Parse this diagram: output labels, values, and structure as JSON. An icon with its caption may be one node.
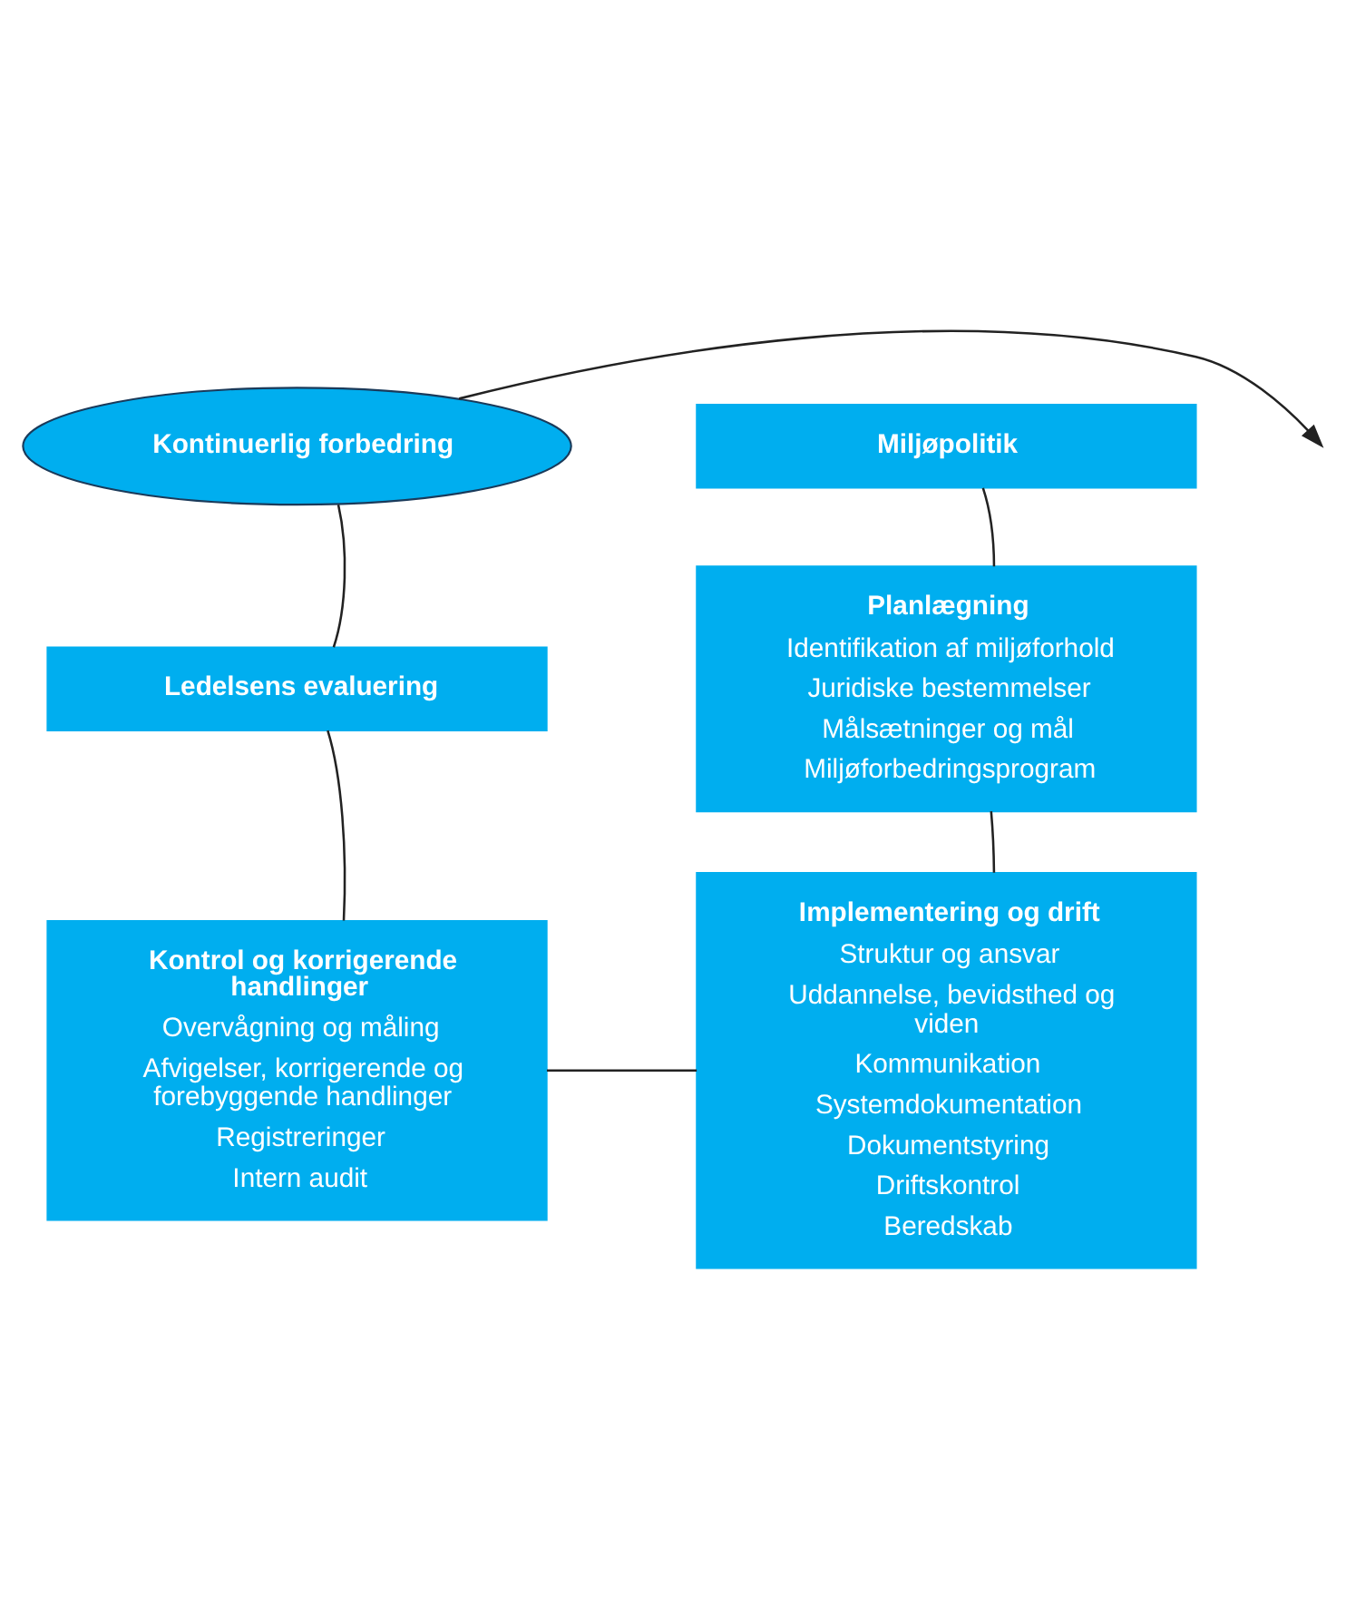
{
  "diagram": {
    "nodes": [
      {
        "text": [
          "Kontinuerlig forbedring"
        ]
      },
      {
        "text": [
          "Miljøpolitik"
        ]
      },
      {
        "text": [
          "Planlægning",
          "Identifikation af miljøforhold",
          "Juridiske bestemmelser",
          "Målsætninger og mål",
          "Miljøforbedringsprogram"
        ]
      },
      {
        "text": [
          "Implementering og drift",
          "Struktur og ansvar",
          "Uddannelse, bevidsthed og viden",
          "Kommunikation",
          "Systemdokumentation",
          "Dokumentstyring",
          "Driftskontrol",
          "Beredskab"
        ]
      },
      {
        "text": [
          "Kontrol og korrigerende handlinger",
          "Overvågning og måling",
          "Afvigelser, korrigerende og forebyggende handlinger",
          "Registreringer",
          "Intern audit"
        ]
      },
      {
        "text": [
          "Ledelsens evaluering"
        ]
      }
    ],
    "edges": [
      {
        "from": 1,
        "to": 2,
        "arrow": "none"
      },
      {
        "from": 2,
        "to": 3,
        "arrow": "none"
      },
      {
        "from": 3,
        "to": 4,
        "arrow": "none"
      },
      {
        "from": 4,
        "to": 5,
        "arrow": "none"
      },
      {
        "from": 5,
        "to": 0,
        "arrow": "none"
      },
      {
        "from": 0,
        "to": null,
        "arrow": "to"
      }
    ]
  }
}
